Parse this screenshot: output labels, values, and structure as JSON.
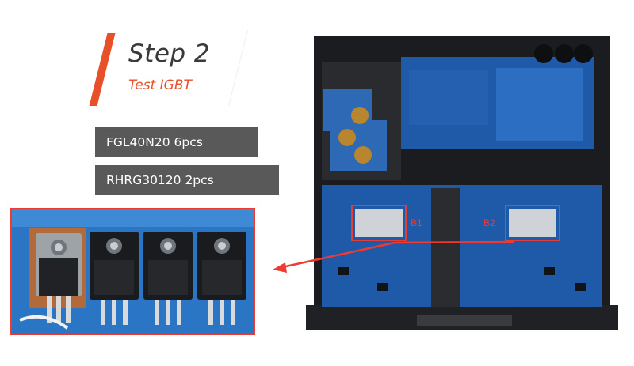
{
  "step": {
    "title": "Step 2",
    "subtitle": "Test IGBT"
  },
  "parts": [
    {
      "label": "FGL40N20 6pcs"
    },
    {
      "label": "RHRG30120 2pcs"
    }
  ],
  "board_labels": {
    "left": "B1",
    "right": "B2"
  },
  "colors": {
    "accent": "#e8502a",
    "badge": "#595959",
    "pcb": "#1f5aa8",
    "highlight": "#ef3a31"
  }
}
